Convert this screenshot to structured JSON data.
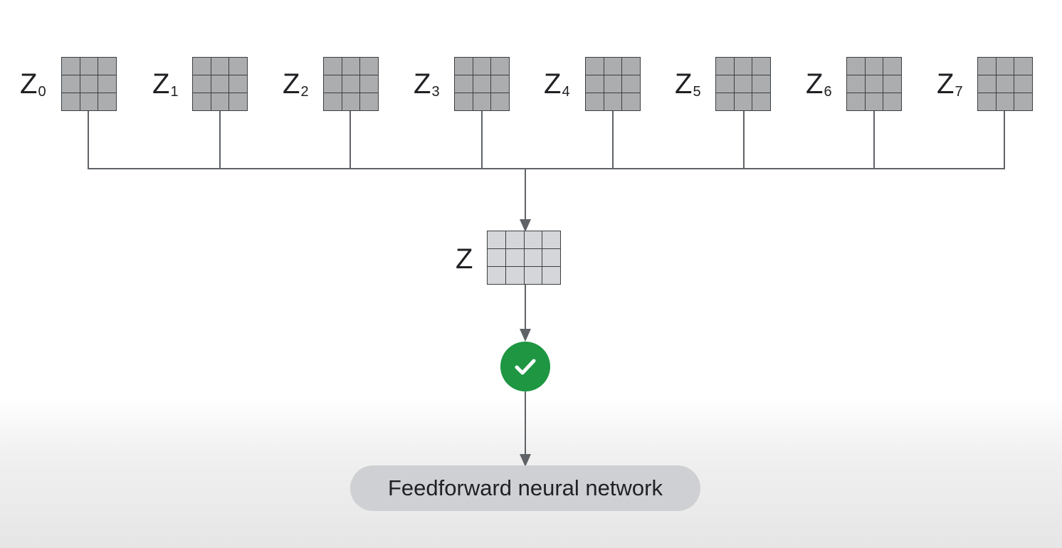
{
  "heads": [
    {
      "base": "Z",
      "sub": "0"
    },
    {
      "base": "Z",
      "sub": "1"
    },
    {
      "base": "Z",
      "sub": "2"
    },
    {
      "base": "Z",
      "sub": "3"
    },
    {
      "base": "Z",
      "sub": "4"
    },
    {
      "base": "Z",
      "sub": "5"
    },
    {
      "base": "Z",
      "sub": "6"
    },
    {
      "base": "Z",
      "sub": "7"
    }
  ],
  "output": {
    "label": "Z"
  },
  "check_icon": "check-circle-icon",
  "ffn": {
    "label": "Feedforward neural network"
  },
  "colors": {
    "check": "#1e9642",
    "pill": "#cfd0d3",
    "head_cell": "#acadaf",
    "output_cell": "#d4d6d9",
    "line": "#5f6368"
  }
}
